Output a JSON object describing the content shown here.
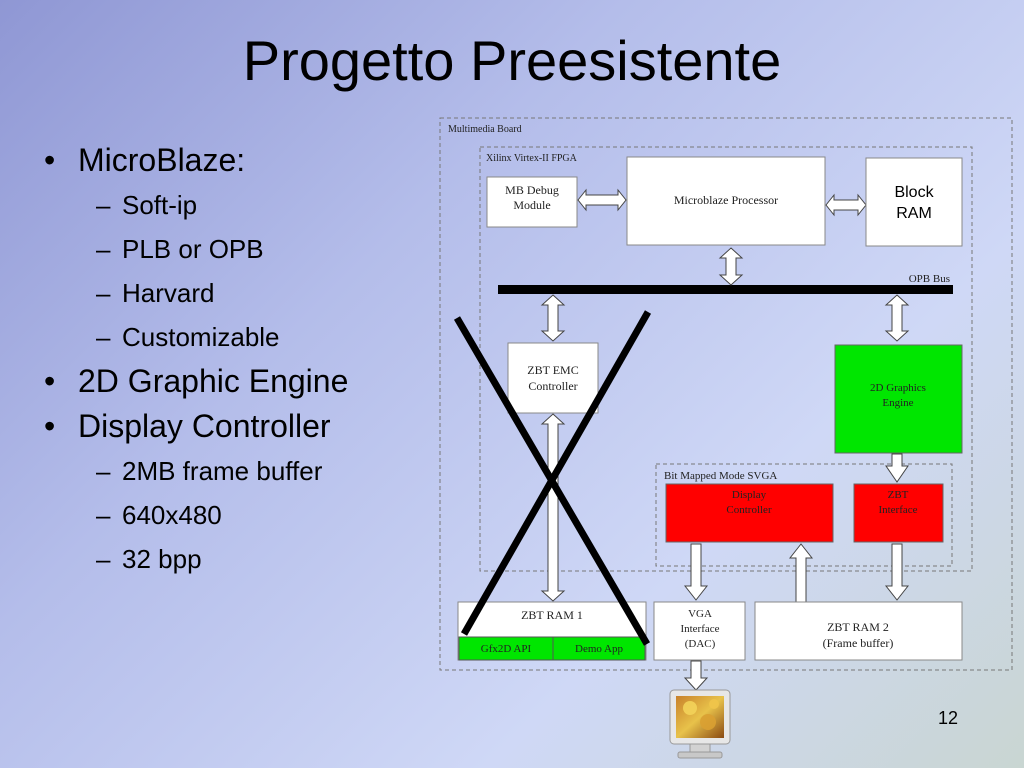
{
  "slide": {
    "title": "Progetto Preesistente",
    "page_number": "12"
  },
  "bullets": [
    {
      "level": 1,
      "text": "MicroBlaze:"
    },
    {
      "level": 2,
      "text": "Soft-ip"
    },
    {
      "level": 2,
      "text": "PLB or OPB"
    },
    {
      "level": 2,
      "text": "Harvard"
    },
    {
      "level": 2,
      "text": "Customizable"
    },
    {
      "level": 1,
      "text": "2D Graphic Engine"
    },
    {
      "level": 1,
      "text": "Display Controller"
    },
    {
      "level": 2,
      "text": "2MB frame buffer"
    },
    {
      "level": 2,
      "text": "640x480"
    },
    {
      "level": 2,
      "text": "32 bpp"
    }
  ],
  "diagram": {
    "multimedia_board_label": "Multimedia Board",
    "fpga_label": "Xilinx Virtex-II FPGA",
    "opb_bus_label": "OPB Bus",
    "svga_label": "Bit Mapped Mode SVGA",
    "mb_debug": [
      "MB Debug",
      "Module"
    ],
    "microblaze": "Microblaze Processor",
    "block_ram": [
      "Block",
      "RAM"
    ],
    "zbt_emc": [
      "ZBT EMC",
      "Controller"
    ],
    "graphics_engine": [
      "2D Graphics",
      "Engine"
    ],
    "display_controller": [
      "Display",
      "Controller"
    ],
    "zbt_interface": [
      "ZBT",
      "Interface"
    ],
    "zbt_ram1": "ZBT RAM 1",
    "gfx2d_api": "Gfx2D API",
    "demo_app": "Demo App",
    "vga_interface": [
      "VGA",
      "Interface",
      "(DAC)"
    ],
    "zbt_ram2": [
      "ZBT RAM 2",
      "(Frame buffer)"
    ]
  },
  "colors": {
    "graphics_engine": "#00e600",
    "display_controller": "#ff0000",
    "zbt_interface": "#ff0000",
    "gfx_demo_cells": "#00e600",
    "box_fill": "#ffffff",
    "cross": "#000000"
  }
}
